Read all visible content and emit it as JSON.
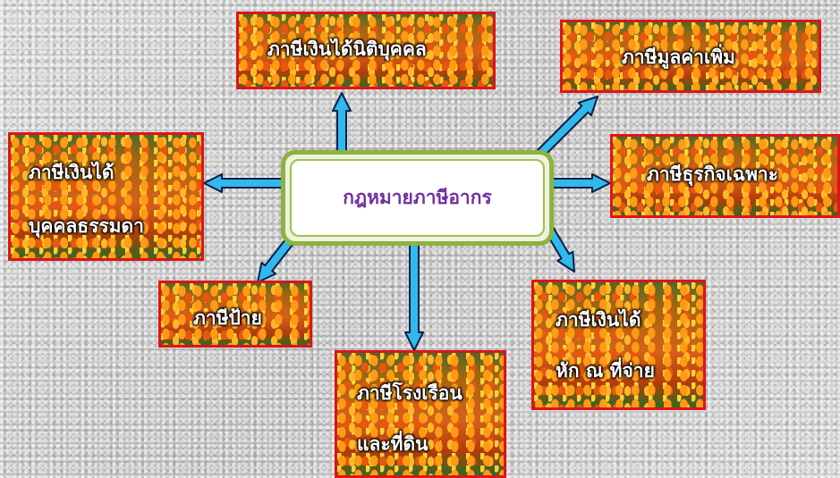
{
  "central_topic": "กฎหมายภาษีอากร",
  "colors": {
    "arrow_fill": "#33b8ec",
    "arrow_stroke": "#08204a",
    "node_border": "#e0131a",
    "center_border": "#8cb33e",
    "center_text": "#7030a0"
  },
  "nodes": {
    "corporate_income_tax": {
      "lines": [
        "ภาษีเงินได้นิติบุคคล"
      ]
    },
    "value_added_tax": {
      "lines": [
        "ภาษีมูลค่าเพิ่ม"
      ]
    },
    "personal_income_tax": {
      "lines": [
        "ภาษีเงินได้",
        "บุคคลธรรมดา"
      ]
    },
    "specific_business_tax": {
      "lines": [
        "ภาษีธุรกิจเฉพาะ"
      ]
    },
    "signboard_tax": {
      "lines": [
        "ภาษีป้าย"
      ]
    },
    "house_and_land_tax": {
      "lines": [
        "ภาษีโรงเรือน",
        "และที่ดิน"
      ]
    },
    "withholding_tax": {
      "lines": [
        "ภาษีเงินได้",
        "หัก ณ ที่จ่าย"
      ]
    }
  }
}
